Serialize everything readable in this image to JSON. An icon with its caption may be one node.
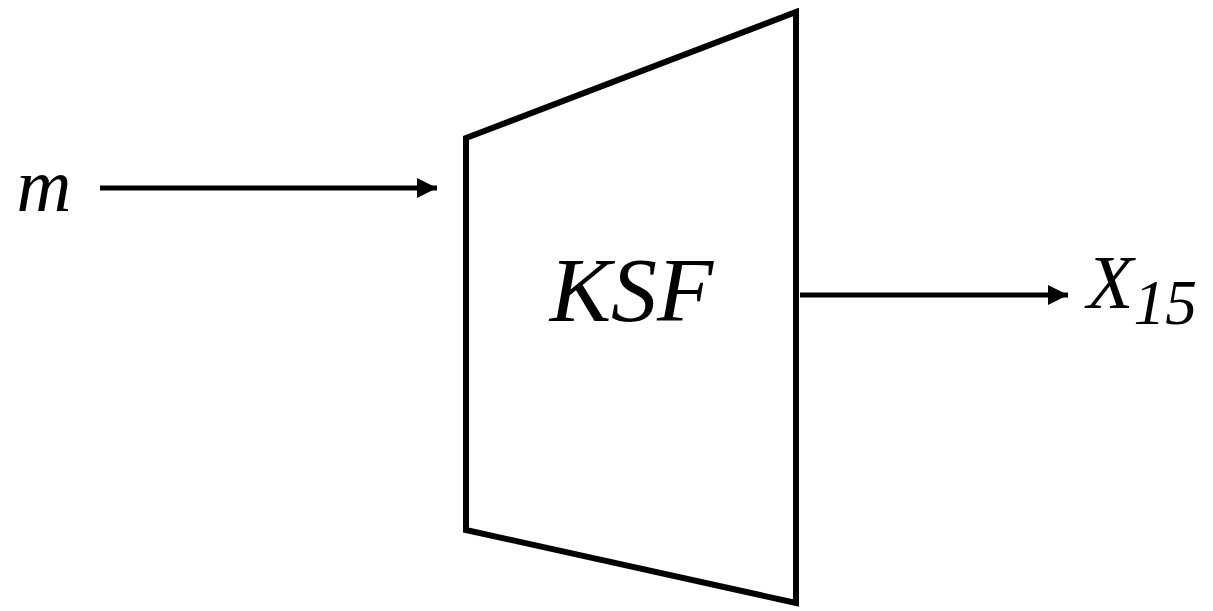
{
  "diagram": {
    "nodes": [
      {
        "text": [
          "m"
        ]
      },
      {
        "text": [
          "KSF"
        ]
      },
      {
        "text": [
          "X$_{15}$"
        ]
      }
    ],
    "edges": [
      {
        "from": 0,
        "to": 1,
        "arrow": "to"
      },
      {
        "from": 1,
        "to": 2,
        "arrow": "to"
      }
    ]
  }
}
